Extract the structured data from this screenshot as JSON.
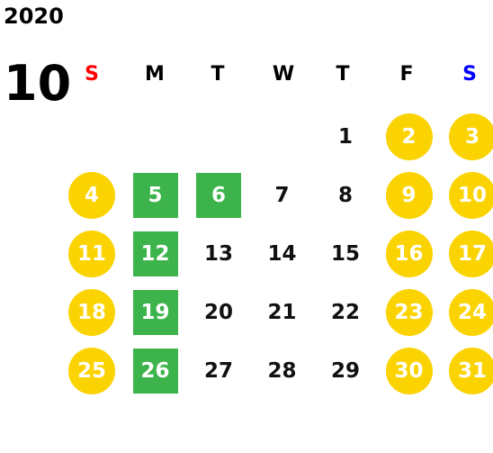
{
  "year": "2020",
  "month": "10",
  "weekdays": {
    "sun": "S",
    "mon": "M",
    "tue": "T",
    "wed": "W",
    "thu": "T",
    "fri": "F",
    "sat": "S"
  },
  "colors": {
    "sunday_header": "#ff0000",
    "saturday_header": "#0000ff",
    "weekend_circle": "#fbd300",
    "marked_square": "#3cb44b",
    "text": "#111111"
  },
  "weeks": [
    [
      {
        "day": "",
        "style": "empty"
      },
      {
        "day": "",
        "style": "empty"
      },
      {
        "day": "",
        "style": "empty"
      },
      {
        "day": "",
        "style": "empty"
      },
      {
        "day": "1",
        "style": "normal"
      },
      {
        "day": "2",
        "style": "weekend"
      },
      {
        "day": "3",
        "style": "weekend"
      }
    ],
    [
      {
        "day": "4",
        "style": "weekend"
      },
      {
        "day": "5",
        "style": "marked"
      },
      {
        "day": "6",
        "style": "marked"
      },
      {
        "day": "7",
        "style": "normal"
      },
      {
        "day": "8",
        "style": "normal"
      },
      {
        "day": "9",
        "style": "weekend"
      },
      {
        "day": "10",
        "style": "weekend"
      }
    ],
    [
      {
        "day": "11",
        "style": "weekend"
      },
      {
        "day": "12",
        "style": "marked"
      },
      {
        "day": "13",
        "style": "normal"
      },
      {
        "day": "14",
        "style": "normal"
      },
      {
        "day": "15",
        "style": "normal"
      },
      {
        "day": "16",
        "style": "weekend"
      },
      {
        "day": "17",
        "style": "weekend"
      }
    ],
    [
      {
        "day": "18",
        "style": "weekend"
      },
      {
        "day": "19",
        "style": "marked"
      },
      {
        "day": "20",
        "style": "normal"
      },
      {
        "day": "21",
        "style": "normal"
      },
      {
        "day": "22",
        "style": "normal"
      },
      {
        "day": "23",
        "style": "weekend"
      },
      {
        "day": "24",
        "style": "weekend"
      }
    ],
    [
      {
        "day": "25",
        "style": "weekend"
      },
      {
        "day": "26",
        "style": "marked"
      },
      {
        "day": "27",
        "style": "normal"
      },
      {
        "day": "28",
        "style": "normal"
      },
      {
        "day": "29",
        "style": "normal"
      },
      {
        "day": "30",
        "style": "weekend"
      },
      {
        "day": "31",
        "style": "weekend"
      }
    ]
  ]
}
